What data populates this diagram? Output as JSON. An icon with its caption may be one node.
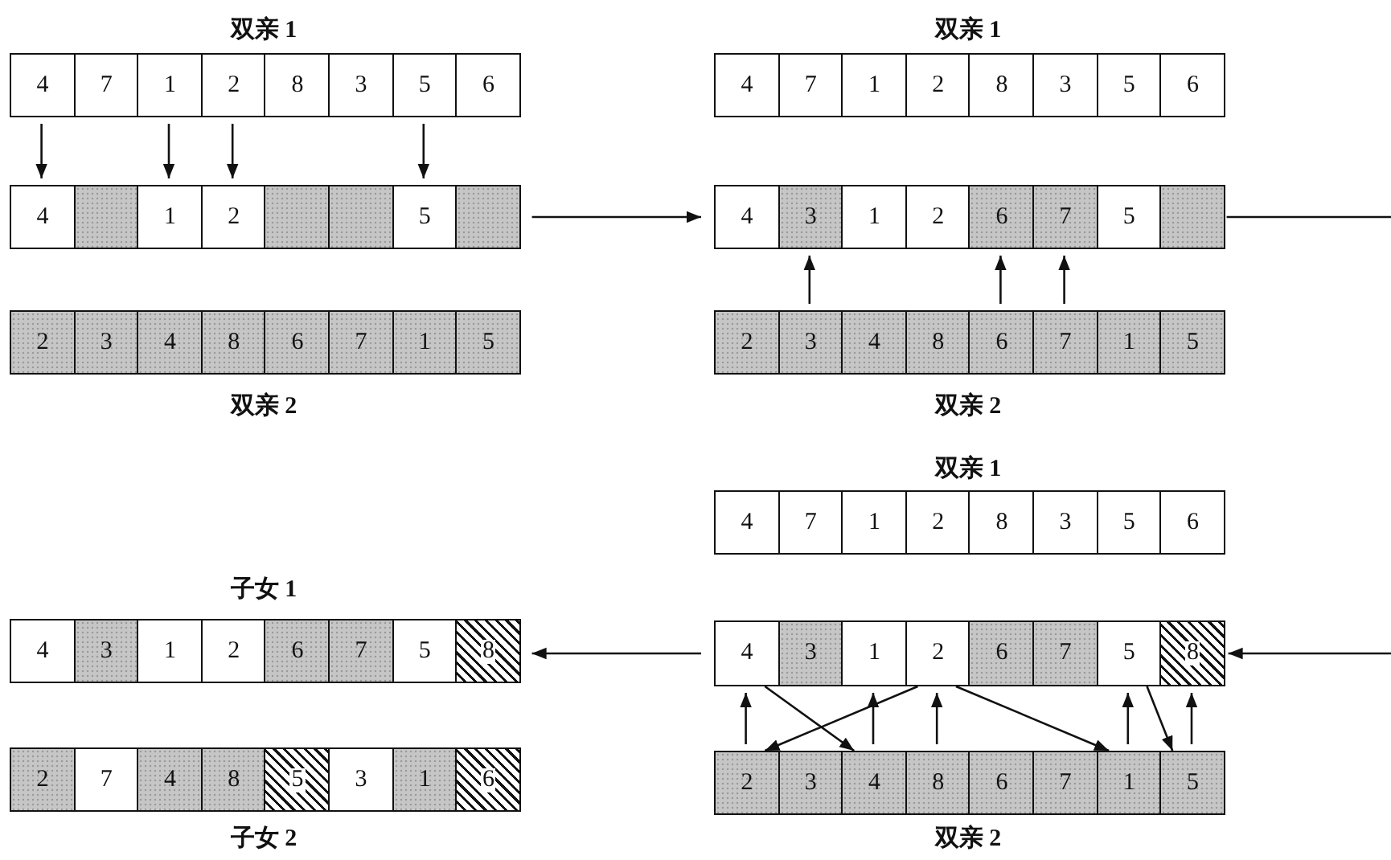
{
  "diagram": {
    "nodes": [
      {
        "text": [
          "4"
        ]
      },
      {
        "text": [
          "7"
        ]
      },
      {
        "text": [
          "1"
        ]
      },
      {
        "text": [
          "2"
        ]
      },
      {
        "text": [
          "8"
        ]
      },
      {
        "text": [
          "3"
        ]
      },
      {
        "text": [
          "5"
        ]
      },
      {
        "text": [
          "6"
        ]
      },
      {
        "text": [
          "4"
        ]
      },
      {
        "text": [],
        "shape": "box"
      },
      {
        "text": [
          "1"
        ]
      },
      {
        "text": [
          "2"
        ]
      },
      {
        "text": [],
        "shape": "box"
      },
      {
        "text": [],
        "shape": "box"
      },
      {
        "text": [
          "5"
        ]
      },
      {
        "text": [],
        "shape": "box"
      },
      {
        "text": [
          "2"
        ]
      },
      {
        "text": [
          "3"
        ]
      },
      {
        "text": [
          "4"
        ]
      },
      {
        "text": [
          "8"
        ]
      },
      {
        "text": [
          "6"
        ]
      },
      {
        "text": [
          "7"
        ]
      },
      {
        "text": [
          "1"
        ]
      },
      {
        "text": [
          "5"
        ]
      },
      {
        "text": [
          "4"
        ]
      },
      {
        "text": [
          "7"
        ]
      },
      {
        "text": [
          "1"
        ]
      },
      {
        "text": [
          "2"
        ]
      },
      {
        "text": [
          "8"
        ]
      },
      {
        "text": [
          "3"
        ]
      },
      {
        "text": [
          "5"
        ]
      },
      {
        "text": [
          "6"
        ]
      },
      {
        "text": [
          "4"
        ]
      },
      {
        "text": [
          "3"
        ]
      },
      {
        "text": [
          "1"
        ]
      },
      {
        "text": [
          "2"
        ]
      },
      {
        "text": [
          "6"
        ]
      },
      {
        "text": [
          "7"
        ]
      },
      {
        "text": [
          "5"
        ]
      },
      {
        "text": [],
        "shape": "box"
      },
      {
        "text": [
          "2"
        ]
      },
      {
        "text": [
          "3"
        ]
      },
      {
        "text": [
          "4"
        ]
      },
      {
        "text": [
          "8"
        ]
      },
      {
        "text": [
          "6"
        ]
      },
      {
        "text": [
          "7"
        ]
      },
      {
        "text": [
          "1"
        ]
      },
      {
        "text": [
          "5"
        ]
      },
      {
        "text": [
          "4"
        ]
      },
      {
        "text": [
          "3"
        ]
      },
      {
        "text": [
          "1"
        ]
      },
      {
        "text": [
          "2"
        ]
      },
      {
        "text": [
          "6"
        ]
      },
      {
        "text": [
          "7"
        ]
      },
      {
        "text": [
          "5"
        ]
      },
      {
        "text": [
          "8"
        ]
      },
      {
        "text": [
          "2"
        ]
      },
      {
        "text": [
          "7"
        ]
      },
      {
        "text": [
          "4"
        ]
      },
      {
        "text": [
          "8"
        ]
      },
      {
        "text": [
          "5"
        ]
      },
      {
        "text": [
          "3"
        ]
      },
      {
        "text": [
          "1"
        ]
      },
      {
        "text": [
          "6"
        ]
      },
      {
        "text": [
          "4"
        ]
      },
      {
        "text": [
          "7"
        ]
      },
      {
        "text": [
          "1"
        ]
      },
      {
        "text": [
          "2"
        ]
      },
      {
        "text": [
          "8"
        ]
      },
      {
        "text": [
          "3"
        ]
      },
      {
        "text": [
          "5"
        ]
      },
      {
        "text": [
          "6"
        ]
      },
      {
        "text": [
          "4"
        ]
      },
      {
        "text": [
          "3"
        ]
      },
      {
        "text": [
          "1"
        ]
      },
      {
        "text": [
          "2"
        ]
      },
      {
        "text": [
          "6"
        ]
      },
      {
        "text": [
          "7"
        ]
      },
      {
        "text": [
          "5"
        ]
      },
      {
        "text": [
          "8"
        ]
      },
      {
        "text": [
          "2"
        ]
      },
      {
        "text": [
          "3"
        ]
      },
      {
        "text": [
          "4"
        ]
      },
      {
        "text": [
          "8"
        ]
      },
      {
        "text": [
          "6"
        ]
      },
      {
        "text": [
          "7"
        ]
      },
      {
        "text": [
          "1"
        ]
      },
      {
        "text": [
          "5"
        ]
      }
    ],
    "edges": [
      {
        "from": 0,
        "to": 8,
        "arrow": "to"
      },
      {
        "from": 2,
        "to": 10,
        "arrow": "to"
      },
      {
        "from": 3,
        "to": 11,
        "arrow": "to"
      },
      {
        "from": 6,
        "to": 14,
        "arrow": "to"
      },
      {
        "from": 15,
        "to": 32,
        "arrow": "to"
      },
      {
        "from": 41,
        "to": 33,
        "arrow": "to"
      },
      {
        "from": 44,
        "to": 36,
        "arrow": "to"
      },
      {
        "from": 45,
        "to": 37,
        "arrow": "to"
      },
      {
        "from": 39,
        "to": null,
        "arrow": "none"
      },
      {
        "from": null,
        "to": 79,
        "arrow": "to"
      },
      {
        "from": 80,
        "to": 72,
        "arrow": "to"
      },
      {
        "from": 82,
        "to": 74,
        "arrow": "to"
      },
      {
        "from": 83,
        "to": 75,
        "arrow": "to"
      },
      {
        "from": 86,
        "to": 78,
        "arrow": "to"
      },
      {
        "from": 87,
        "to": 79,
        "arrow": "to"
      },
      {
        "from": 72,
        "to": 82,
        "arrow": "to"
      },
      {
        "from": 75,
        "to": 80,
        "arrow": "to"
      },
      {
        "from": 75,
        "to": 86,
        "arrow": "to"
      },
      {
        "from": 78,
        "to": 87,
        "arrow": "to"
      },
      {
        "from": 72,
        "to": 55,
        "arrow": "to"
      }
    ],
    "labels": [
      "双亲 1",
      "双亲 2",
      "双亲 1",
      "双亲 2",
      "子女 1",
      "子女 2",
      "双亲 1",
      "双亲 2"
    ]
  }
}
